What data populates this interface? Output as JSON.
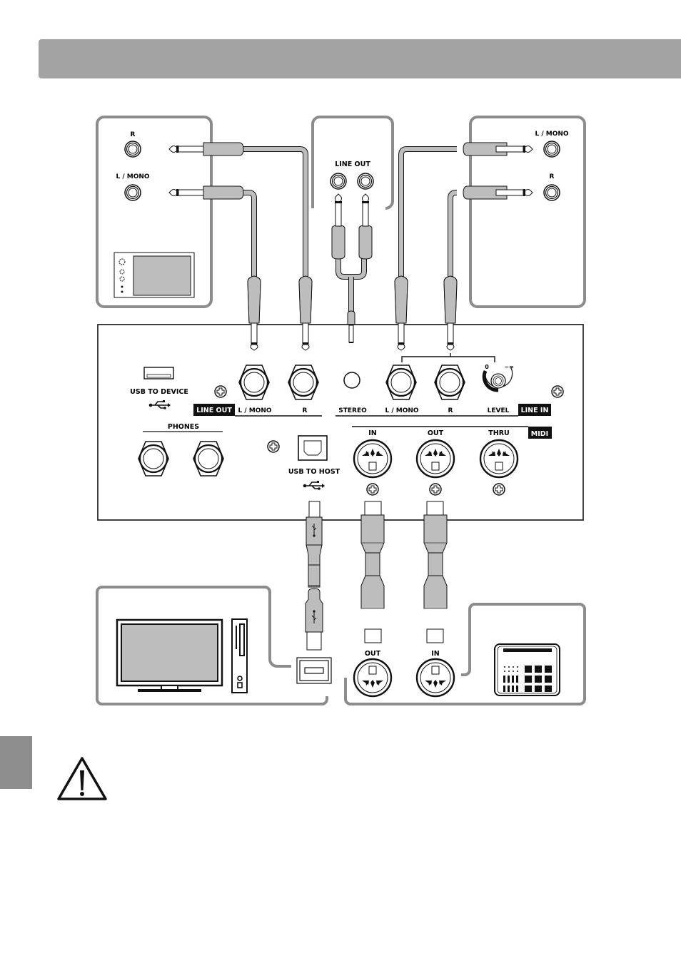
{
  "colors": {
    "header": "#a3a3a3",
    "frame": "#8c8c8c",
    "plug": "#bdbdbd",
    "ink": "#111111",
    "side_tab": "#8e8e8e",
    "screen": "#bdbdbd"
  },
  "amp_left": {
    "labels": [
      "R",
      "L / MONO"
    ]
  },
  "line_out_device": {
    "label": "LINE OUT"
  },
  "amp_right": {
    "labels": [
      "L / MONO",
      "R"
    ]
  },
  "panel": {
    "usb_device_label": "USB TO DEVICE",
    "line_out_tag": "LINE OUT",
    "line_out_l": "L / MONO",
    "line_out_r": "R",
    "stereo": "STEREO",
    "line_in_l": "L / MONO",
    "line_in_r": "R",
    "level": "LEVEL",
    "level_zero": "0",
    "level_inf": "−∞",
    "line_in_tag": "LINE IN",
    "phones": "PHONES",
    "usb_host_label": "USB TO HOST",
    "midi_in": "IN",
    "midi_out": "OUT",
    "midi_thru": "THRU",
    "midi_tag": "MIDI"
  },
  "bottom": {
    "midi_out": "OUT",
    "midi_in": "IN"
  },
  "icons": [
    "usb-icon",
    "warning-icon",
    "screw-icon",
    "midi-connector-icon",
    "computer-icon",
    "sequencer-icon"
  ]
}
